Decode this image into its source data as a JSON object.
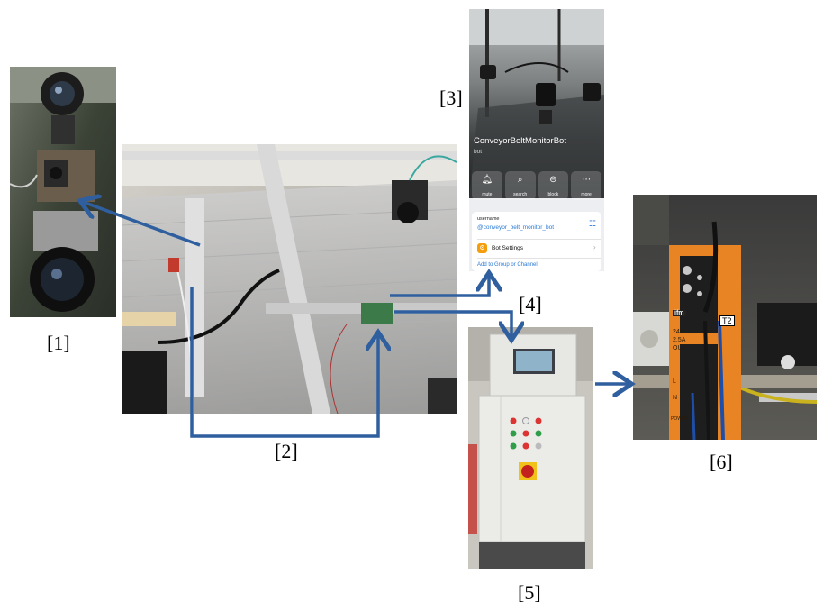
{
  "figure": {
    "labels": {
      "camera": "[1]",
      "setup": "[2]",
      "telegram": "[3]",
      "link": "[4]",
      "cabinet": "[5]",
      "power_supply": "[6]"
    },
    "arrow_color": "#2f5f9e"
  },
  "telegram": {
    "bot_name": "ConveyorBeltMonitorBot",
    "bot_subtitle": "bot",
    "actions": [
      {
        "icon": "bell-icon",
        "label": "mute"
      },
      {
        "icon": "search-icon",
        "label": "search"
      },
      {
        "icon": "block-icon",
        "label": "block"
      },
      {
        "icon": "more-icon",
        "label": "more"
      }
    ],
    "username_label": "username",
    "username": "@conveyor_belt_monitor_bot",
    "settings": "Bot Settings",
    "add_link": "Add to Group or Channel"
  },
  "power_supply": {
    "tag": "T2",
    "rating": [
      "24V",
      "2.5A",
      "OUT"
    ],
    "brand": "ifm",
    "terminals": [
      "L",
      "N"
    ],
    "power": "POWER"
  }
}
